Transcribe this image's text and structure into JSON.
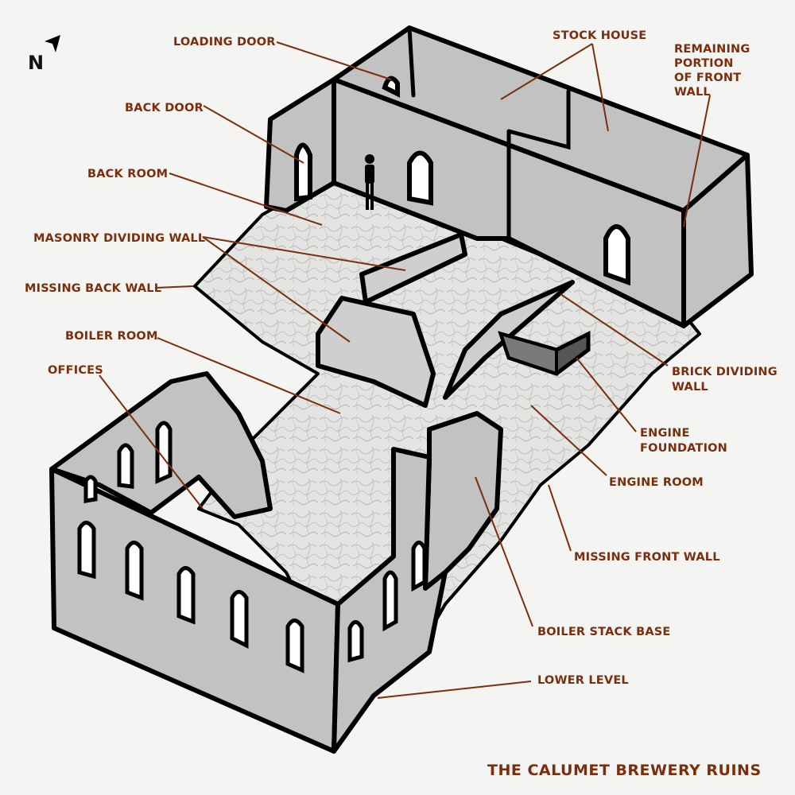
{
  "title": "THE CALUMET BREWERY RUINS",
  "compass": {
    "label": "N",
    "icon": "north-arrow-icon"
  },
  "labels": {
    "loading_door": "LOADING DOOR",
    "stock_house": "STOCK HOUSE",
    "remaining_front_wall": [
      "REMAINING",
      "PORTION",
      "OF FRONT",
      "WALL"
    ],
    "back_door": "BACK DOOR",
    "back_room": "BACK ROOM",
    "masonry_dividing_wall": "MASONRY DIVIDING WALL",
    "missing_back_wall": "MISSING BACK WALL",
    "boiler_room": "BOILER ROOM",
    "offices": "OFFICES",
    "brick_dividing_wall": [
      "BRICK DIVIDING",
      "WALL"
    ],
    "engine_foundation": [
      "ENGINE",
      "FOUNDATION"
    ],
    "engine_room": "ENGINE ROOM",
    "missing_front_wall": "MISSING FRONT WALL",
    "boiler_stack_base": "BOILER STACK BASE",
    "lower_level": "LOWER LEVEL"
  },
  "colors": {
    "label": "#7a2e0c",
    "wall": "#c2c2c2",
    "outline": "#000000",
    "background": "#f4f4f2"
  }
}
